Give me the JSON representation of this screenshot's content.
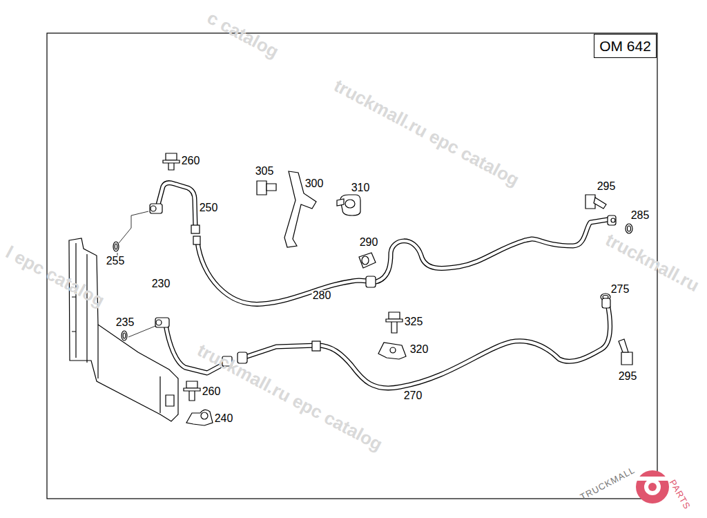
{
  "diagram": {
    "nodes": [
      {
        "text": [
          "OM 642"
        ]
      }
    ],
    "labels": [
      "260",
      "250",
      "305",
      "300",
      "310",
      "295",
      "285",
      "290",
      "255",
      "230",
      "280",
      "235",
      "325",
      "320",
      "275",
      "295",
      "270",
      "260",
      "240",
      "c catalog",
      "truckmall.ru epc catalog",
      "l epc catalog",
      "truckmall.ru",
      "truckmall.ru epc catalog",
      "TRUCKMALL",
      "PARTS"
    ]
  }
}
